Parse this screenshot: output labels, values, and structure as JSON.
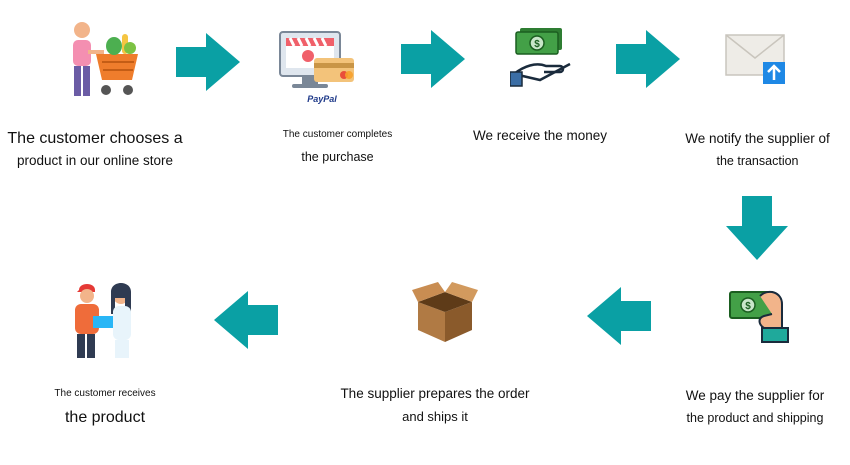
{
  "colors": {
    "arrow": "#0aa0a4"
  },
  "steps": [
    {
      "id": "choose",
      "icon": "shopping-cart-customer-icon",
      "line1": "The customer chooses a",
      "line2": "product in our online store"
    },
    {
      "id": "purchase",
      "icon": "online-store-payment-icon",
      "brand": "PayPal",
      "line1": "The customer completes",
      "line2": "the purchase"
    },
    {
      "id": "receive",
      "icon": "hand-money-icon",
      "line1": "We receive the money",
      "line2": ""
    },
    {
      "id": "notify",
      "icon": "mail-notification-icon",
      "line1": "We notify the supplier of",
      "line2": "the transaction"
    },
    {
      "id": "pay",
      "icon": "hand-pay-money-icon",
      "line1": "We pay the supplier for",
      "line2": "the product and shipping"
    },
    {
      "id": "ship",
      "icon": "cardboard-box-icon",
      "line1": "The supplier prepares the order",
      "line2": "and ships it"
    },
    {
      "id": "delivered",
      "icon": "delivery-handover-icon",
      "line1": "The customer receives",
      "line2": "the product"
    }
  ]
}
